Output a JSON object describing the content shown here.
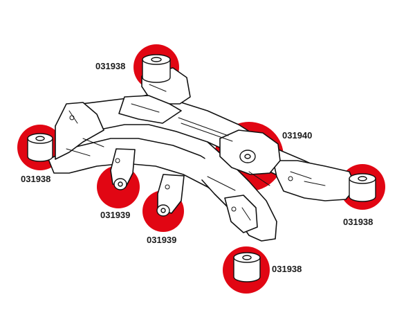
{
  "diagram": {
    "highlight_color": "#e10613",
    "line_color": "#111111",
    "labels": {
      "top_left_mount": "031938",
      "left_mount": "031938",
      "diff_mount": "031940",
      "right_mount": "031938",
      "front_mount": "031938",
      "diff_bushing_left": "031939",
      "diff_bushing_right": "031939"
    }
  }
}
